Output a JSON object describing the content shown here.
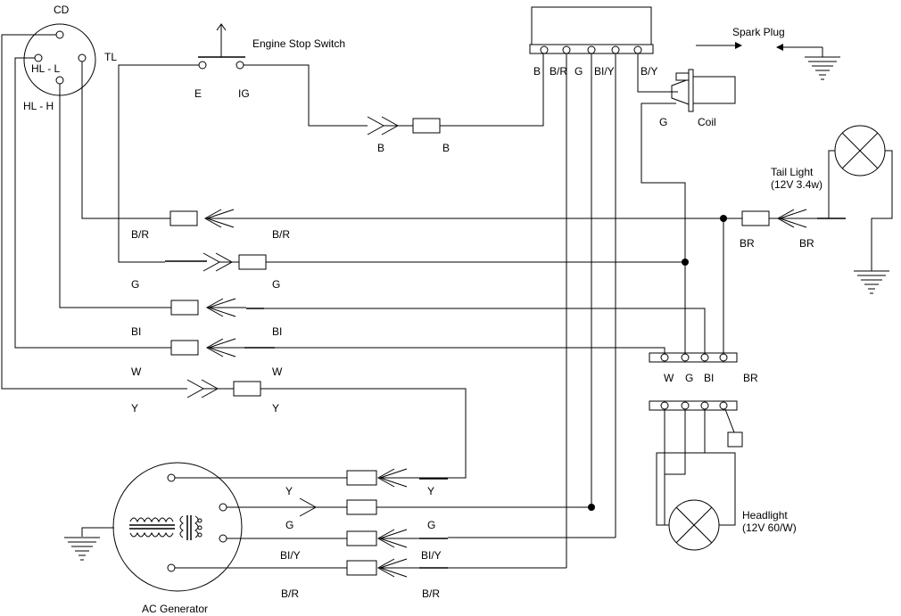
{
  "components": {
    "cd_switch": {
      "cd": "CD",
      "hl_l": "HL - L",
      "tl": "TL",
      "hl_h": "HL - H"
    },
    "engine_stop_switch": {
      "title": "Engine Stop Switch",
      "e": "E",
      "ig": "IG"
    },
    "spark_plug": "Spark Plug",
    "coil": "Coil",
    "tail_light": {
      "line1": "Tail Light",
      "line2": "(12V 3.4w)"
    },
    "headlight": {
      "line1": "Headlight",
      "line2": "(12V 60/W)"
    },
    "ac_generator": "AC Generator"
  },
  "connector_top": {
    "labels": [
      "B",
      "B/R",
      "G",
      "BI/Y",
      "B/Y"
    ]
  },
  "connector_mid": {
    "labels": [
      "W",
      "G",
      "BI",
      "BR"
    ]
  },
  "coil_ground": "G",
  "wire_labels": {
    "b_left": "B",
    "b_right": "B",
    "br_left": "B/R",
    "br_right": "B/R",
    "g_left": "G",
    "g_right": "G",
    "bi_left": "BI",
    "bi_right": "BI",
    "w_left": "W",
    "w_right": "W",
    "y_left": "Y",
    "y_right": "Y",
    "tail_br_left": "BR",
    "tail_br_right": "BR",
    "gen_y_left": "Y",
    "gen_y_right": "Y",
    "gen_g_left": "G",
    "gen_g_right": "G",
    "gen_biy_left": "BI/Y",
    "gen_biy_right": "BI/Y",
    "gen_br_left": "B/R",
    "gen_br_right": "B/R"
  }
}
